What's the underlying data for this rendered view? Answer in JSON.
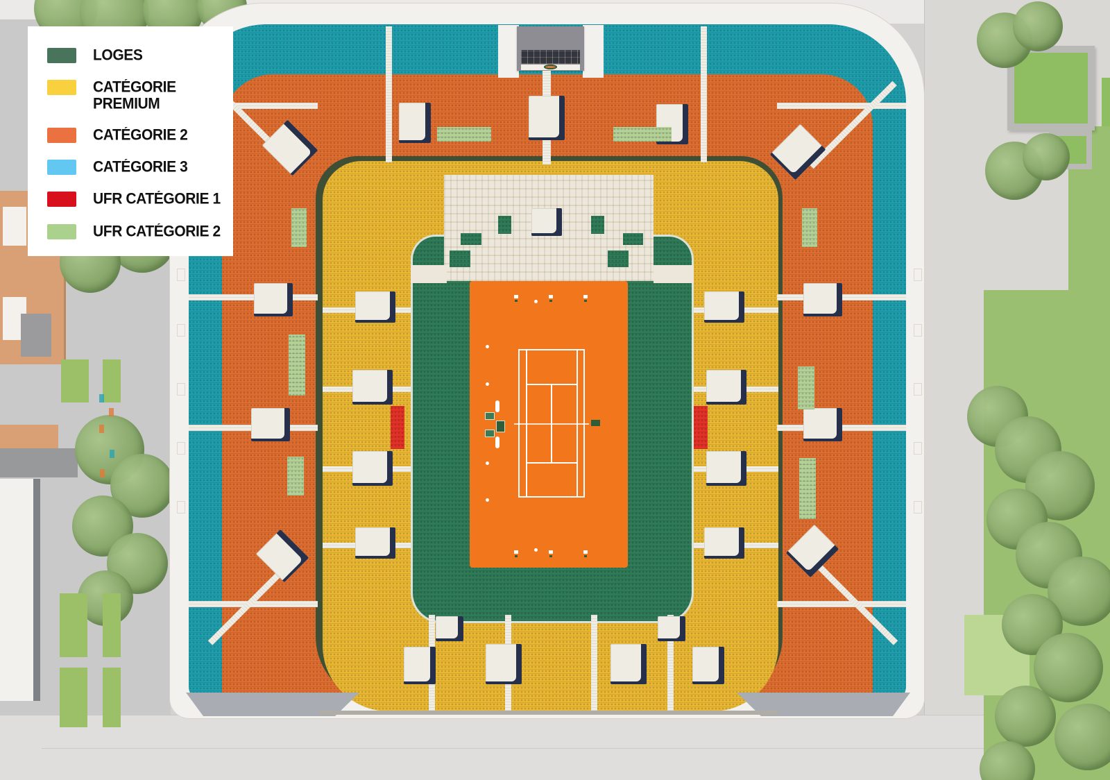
{
  "legend": {
    "items": [
      {
        "id": "loges",
        "label": "LOGES",
        "color": "#47745A"
      },
      {
        "id": "premium",
        "label": "CATÉGORIE PREMIUM",
        "color": "#F9D03E"
      },
      {
        "id": "cat2",
        "label": "CATÉGORIE 2",
        "color": "#EB7140"
      },
      {
        "id": "cat3",
        "label": "CATÉGORIE 3",
        "color": "#62C8F2"
      },
      {
        "id": "ufr1",
        "label": "UFR CATÉGORIE 1",
        "color": "#D8101D"
      },
      {
        "id": "ufr2",
        "label": "UFR CATÉGORIE 2",
        "color": "#ABD28C"
      }
    ]
  },
  "colors": {
    "cat3": "#1F9FAD",
    "cat2": "#DF6E30",
    "premium": "#EAB833",
    "loges": "#2F7A57",
    "ufr1": "#E23127",
    "ufr2": "#B3D096",
    "court": "#F2761B",
    "concourse": "#F3F1ED",
    "inner-wall": "#3F4F35",
    "tribune": "#ECE7DA",
    "stair": "#EFECE3",
    "stair-shadow": "#26304A",
    "pavement": "#C9C9CA",
    "plaza": "#E0DEDC",
    "lawn": "#9ABF70",
    "grass": "#9CC068",
    "tree": "#85A968",
    "roof-terracotta": "#D8A074",
    "scoreboard": "#8E8D94",
    "screen": "#35353D"
  }
}
